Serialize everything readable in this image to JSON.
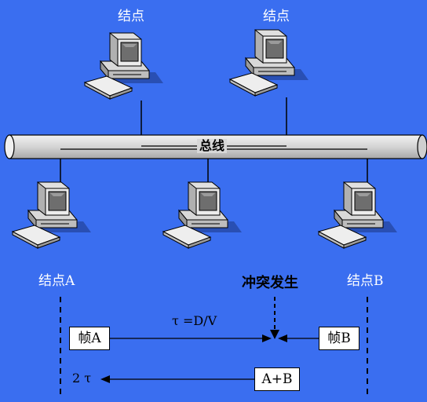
{
  "nodes": {
    "top_left": "结点",
    "top_right": "结点",
    "node_a": "结点A",
    "node_b": "结点B"
  },
  "bus": {
    "label": "总线"
  },
  "collision": {
    "label": "冲突发生"
  },
  "frames": {
    "frame_a": "帧A",
    "frame_b": "帧B",
    "combined": "A+B"
  },
  "timing": {
    "propagation": "τ =D/V",
    "round_trip": "2 τ"
  },
  "colors": {
    "background": "#3A6EF0",
    "bus": "#d9d9d9",
    "computer": "#e8e8e8",
    "screen": "#6e6e6e"
  }
}
